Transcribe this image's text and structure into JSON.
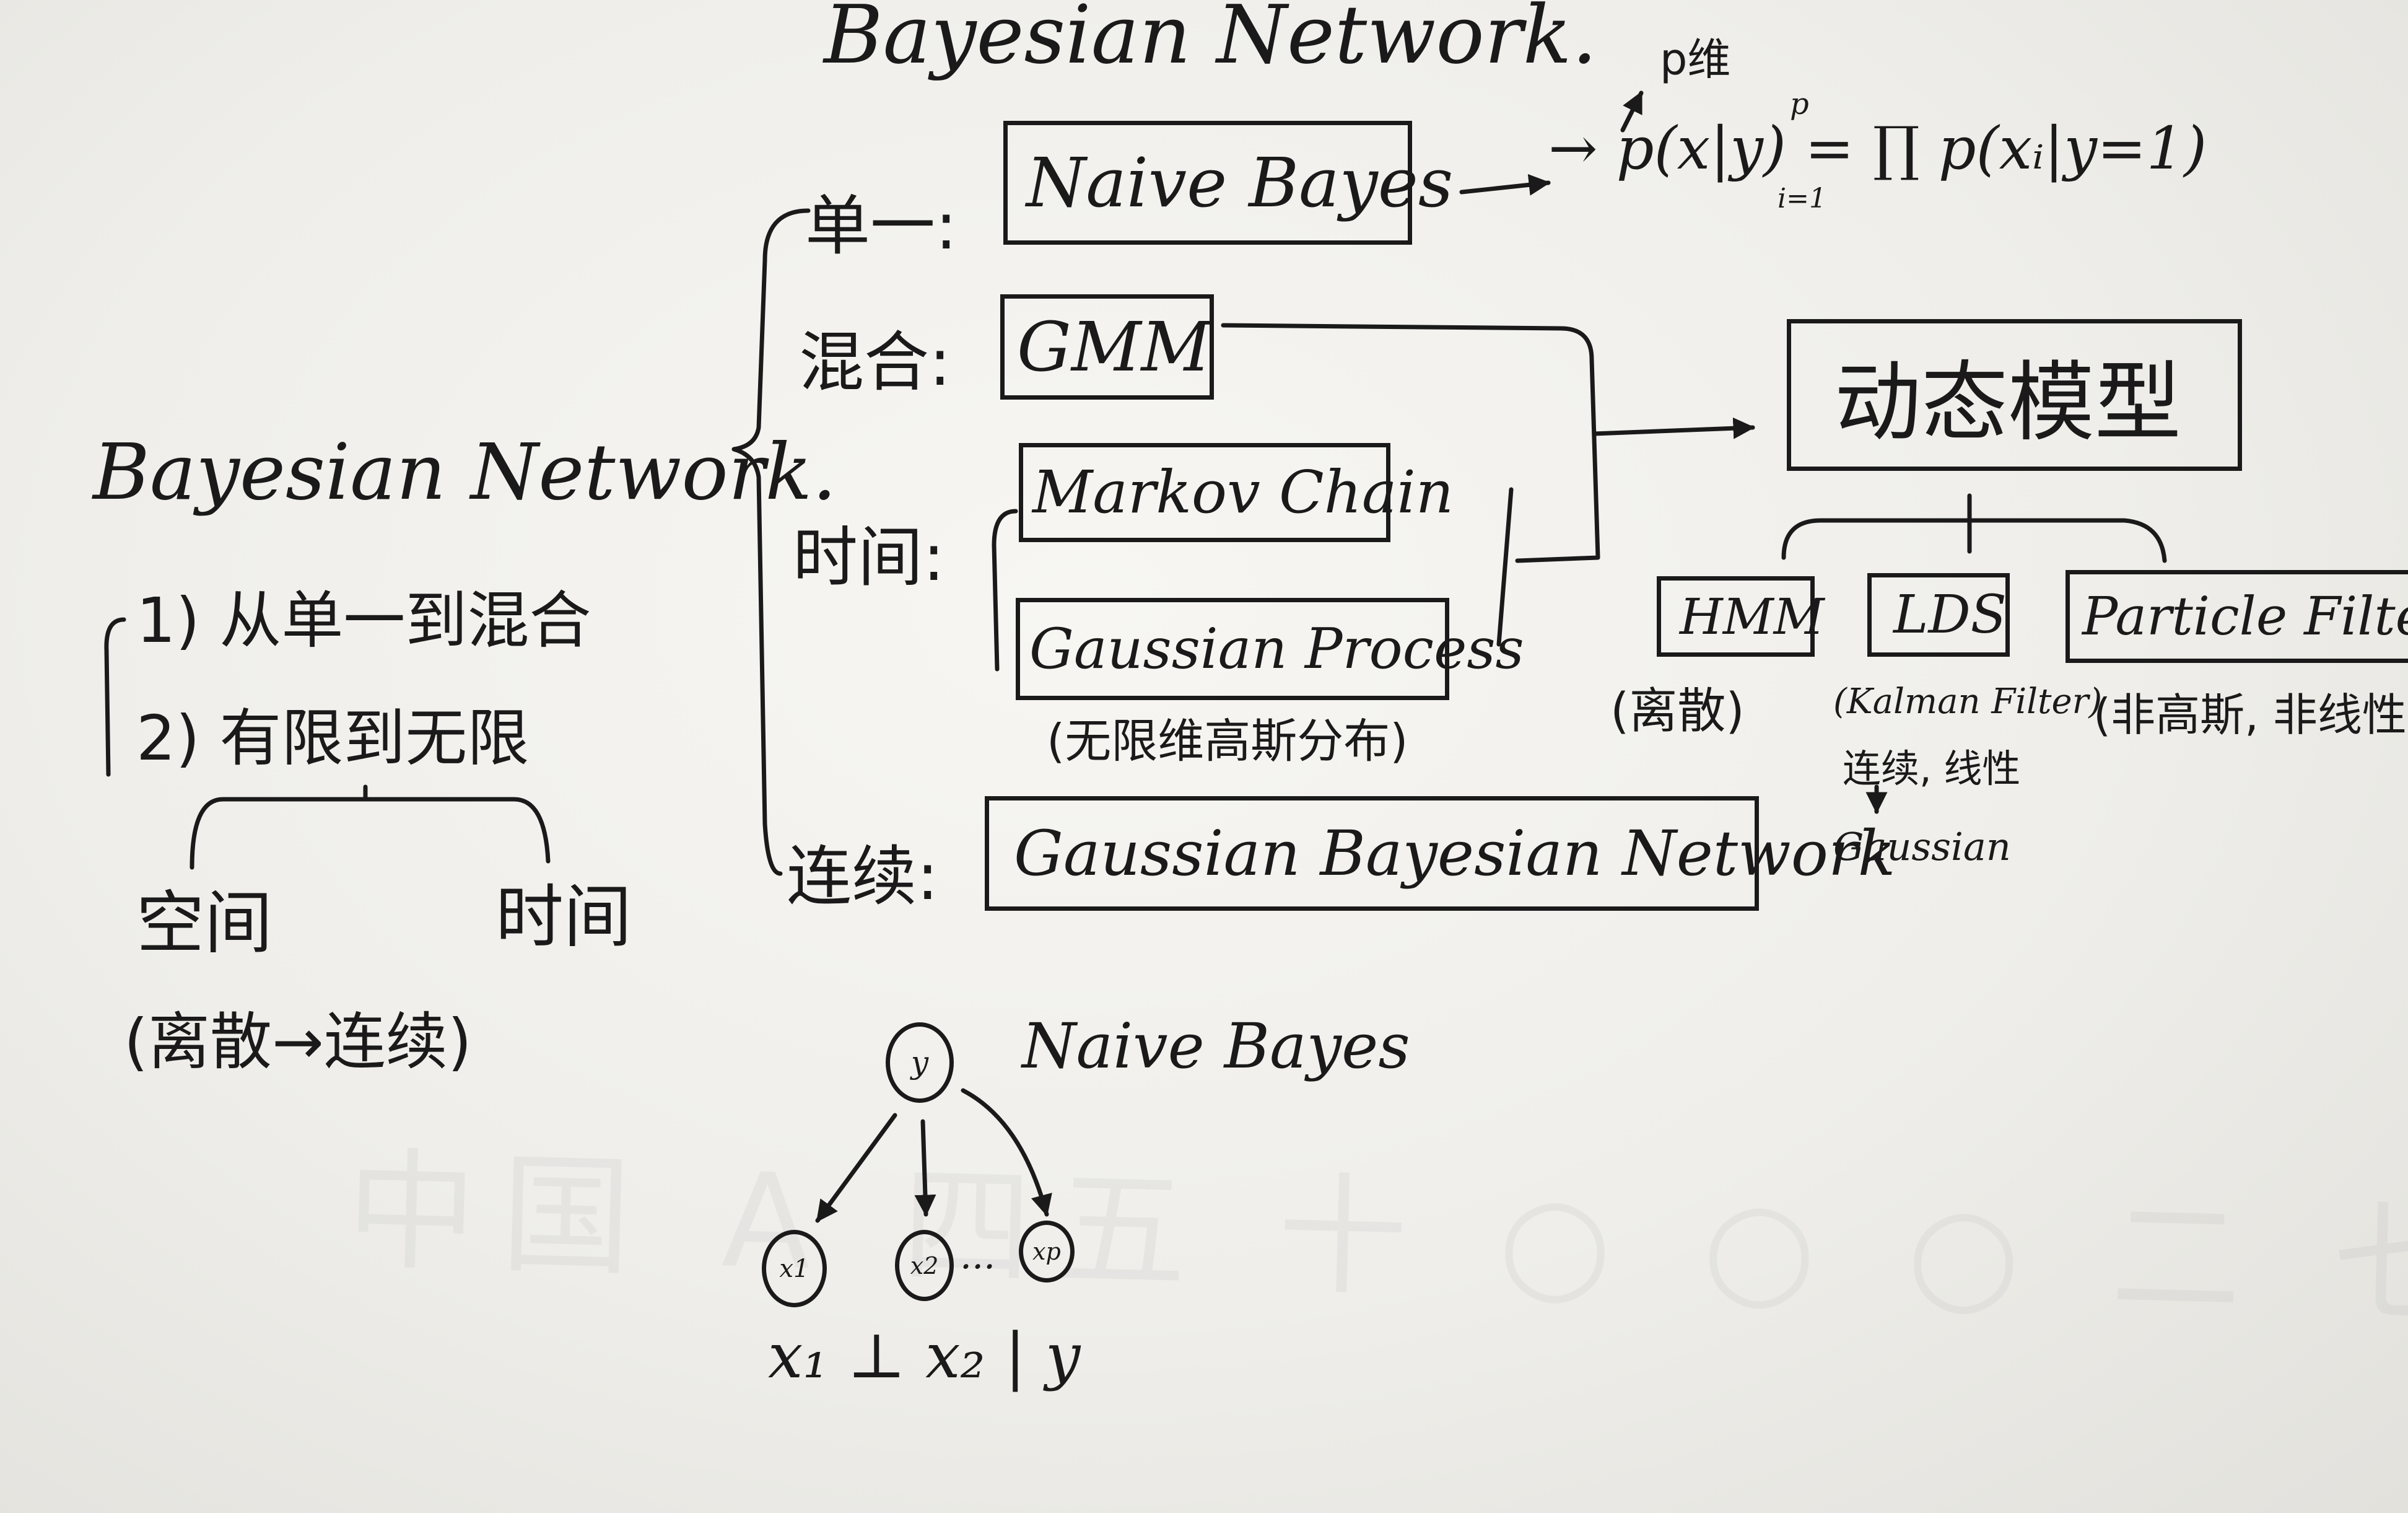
{
  "title": "Bayesian Network.",
  "left": {
    "title": "Bayesian Network.",
    "item1": "1) 从单一到混合",
    "item2": "2) 有限到无限",
    "branch_space": "空间",
    "branch_time": "时间",
    "note": "(离散→连续)"
  },
  "categories": {
    "single": "单一:",
    "mixed": "混合:",
    "time": "时间:",
    "continuous": "连续:"
  },
  "boxes": {
    "naive_bayes": "Naive Bayes",
    "gmm": "GMM",
    "markov_chain": "Markov Chain",
    "gaussian_process": "Gaussian Process",
    "gaussian_bn": "Gaussian Bayesian Network",
    "dynamic_model": "动态模型",
    "hmm": "HMM",
    "lds": "LDS",
    "particle_filter": "Particle Filter"
  },
  "notes": {
    "formula_annotation": "p维",
    "formula": "→ p(x|y) = ∏ p(xᵢ|y=1)",
    "formula_limits_top": "p",
    "formula_limits_bottom": "i=1",
    "gp_note": "(无限维高斯分布)",
    "hmm_note": "(离散)",
    "lds_note": "(Kalman Filter)",
    "lds_note2": "连续, 线性",
    "lds_note3": "Gaussian",
    "pf_note": "(非高斯, 非线性)"
  },
  "naive_bayes_graph": {
    "label": "Naive Bayes",
    "y": "y",
    "x1": "x1",
    "x2": "x2",
    "xp": "xp",
    "dots": "···",
    "independence": "x₁ ⊥ x₂ | y"
  }
}
